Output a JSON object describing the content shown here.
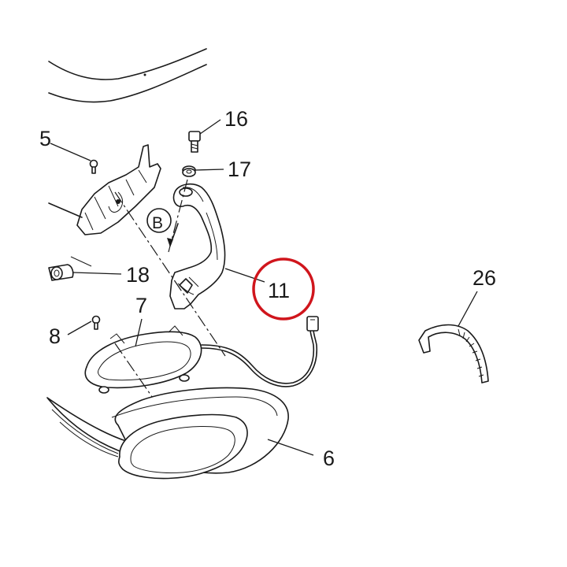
{
  "diagram": {
    "callouts": {
      "p5": "5",
      "p16": "16",
      "p17": "17",
      "pB": "B",
      "p18": "18",
      "p11": "11",
      "p7": "7",
      "p8": "8",
      "p26": "26",
      "p6": "6"
    },
    "highlight": {
      "part": "11",
      "color": "#d0151c"
    },
    "ink_color": "#1a1a1a"
  }
}
